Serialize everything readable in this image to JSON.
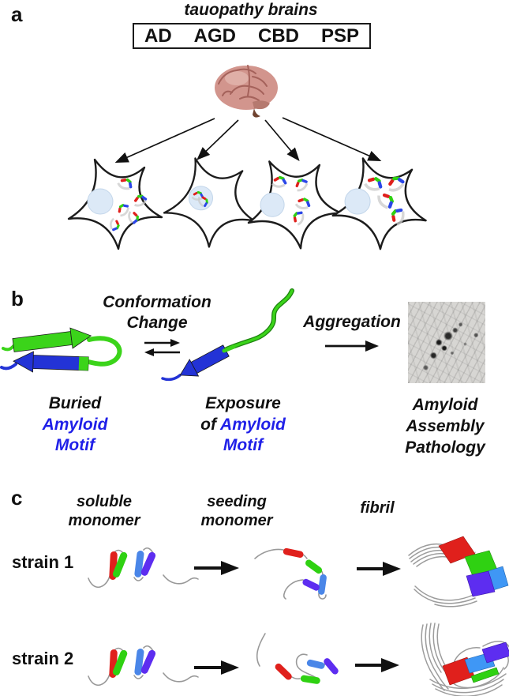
{
  "figure": {
    "panels": {
      "a": {
        "label": "a",
        "title": "tauopathy brains",
        "diseases": [
          "AD",
          "AGD",
          "CBD",
          "PSP"
        ]
      },
      "b": {
        "label": "b",
        "process1": {
          "line1": "Conformation",
          "line2": "Change"
        },
        "state1": {
          "line1": "Buried",
          "line2": "Amyloid",
          "line3": "Motif"
        },
        "state2": {
          "line1": "Exposure",
          "line2_prefix": "of",
          "line2_highlight": "Amyloid",
          "line3": "Motif"
        },
        "process2": "Aggregation",
        "result": {
          "line1": "Amyloid",
          "line2": "Assembly",
          "line3": "Pathology"
        }
      },
      "c": {
        "label": "c",
        "columns": {
          "col1": {
            "line1": "soluble",
            "line2": "monomer"
          },
          "col2": {
            "line1": "seeding",
            "line2": "monomer"
          },
          "col3": "fibril"
        },
        "rows": {
          "row1": "strain 1",
          "row2": "strain 2"
        }
      }
    },
    "graphics": {
      "brain": "brain-illustration",
      "cells": "tau-inclusion-cell",
      "micrograph": "amyloid-pathology-micrograph",
      "hairpin": "buried-motif-hairpin-structure",
      "monomer": "exposed-motif-monomer-structure"
    },
    "colors": {
      "motif_blue": "#1f1fe8",
      "ribbon_green": "#3bd41a",
      "ribbon_blue": "#2333d6",
      "bar_red": "#e0201c",
      "bar_green": "#2fd112",
      "bar_blue": "#4a86e8",
      "bar_purple": "#5d2df0",
      "fibril_blue": "#3f97f5",
      "nucleus_blue": "#dce9f7"
    }
  }
}
